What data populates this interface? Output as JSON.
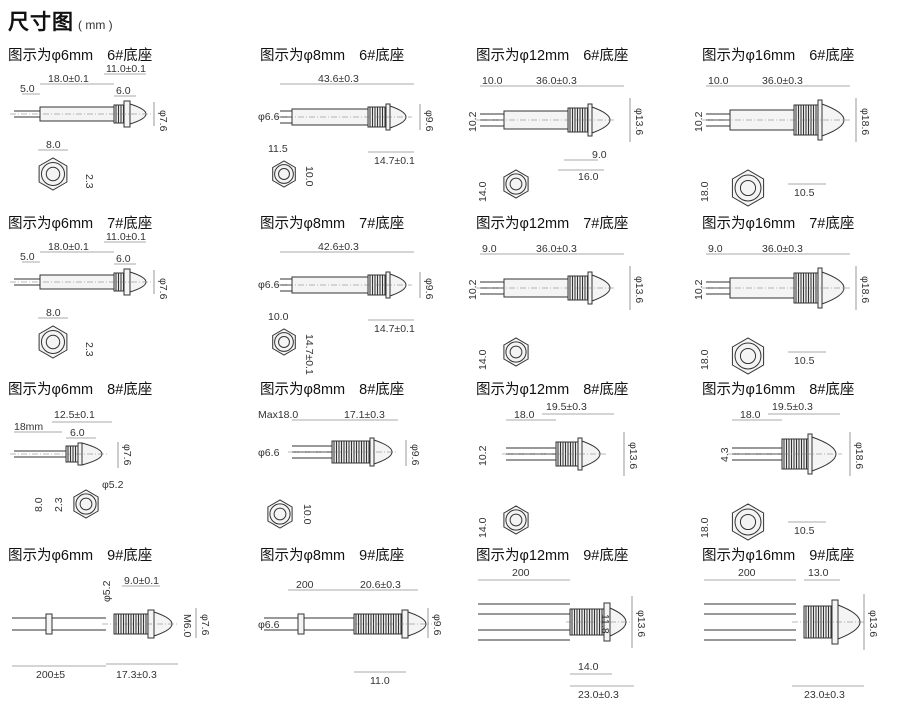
{
  "header": {
    "title": "尺寸图",
    "unit": "( mm )"
  },
  "rows": [
    {
      "base": "6#底座",
      "cells": [
        {
          "caption": "图示为φ6mm",
          "type": "small",
          "dims": [
            "18.0±0.1",
            "11.0±0.1",
            "5.0",
            "6.0",
            "φ7.6",
            "8.0",
            "2.3"
          ]
        },
        {
          "caption": "图示为φ8mm",
          "type": "medium",
          "dims": [
            "43.6±0.3",
            "φ6.6",
            "φ9.6",
            "11.5",
            "10.0",
            "14.7±0.1"
          ]
        },
        {
          "caption": "图示为φ12mm",
          "type": "large",
          "dims": [
            "10.0",
            "36.0±0.3",
            "10.2",
            "φ13.6",
            "9.0",
            "16.0",
            "14.0"
          ]
        },
        {
          "caption": "图示为φ16mm",
          "type": "xlarge",
          "dims": [
            "10.0",
            "36.0±0.3",
            "10.2",
            "φ18.6",
            "18.0",
            "10.5"
          ]
        }
      ]
    },
    {
      "base": "7#底座",
      "cells": [
        {
          "caption": "图示为φ6mm",
          "type": "small",
          "dims": [
            "18.0±0.1",
            "11.0±0.1",
            "5.0",
            "6.0",
            "φ7.6",
            "8.0",
            "2.3"
          ]
        },
        {
          "caption": "图示为φ8mm",
          "type": "medium",
          "dims": [
            "42.6±0.3",
            "φ6.6",
            "φ9.6",
            "10.0",
            "14.7±0.1"
          ]
        },
        {
          "caption": "图示为φ12mm",
          "type": "large",
          "dims": [
            "9.0",
            "36.0±0.3",
            "10.2",
            "φ13.6",
            "14.0"
          ]
        },
        {
          "caption": "图示为φ16mm",
          "type": "xlarge",
          "dims": [
            "9.0",
            "36.0±0.3",
            "10.2",
            "φ18.6",
            "18.0",
            "10.5"
          ]
        }
      ]
    },
    {
      "base": "8#底座",
      "cells": [
        {
          "caption": "图示为φ6mm",
          "type": "small8",
          "dims": [
            "12.5±0.1",
            "18mm",
            "6.0",
            "φ7.6",
            "φ5.2",
            "8.0",
            "2.3"
          ]
        },
        {
          "caption": "图示为φ8mm",
          "type": "medium8",
          "dims": [
            "Max18.0",
            "17.1±0.3",
            "φ6.6",
            "φ9.6",
            "10.0"
          ]
        },
        {
          "caption": "图示为φ12mm",
          "type": "large8",
          "dims": [
            "18.0",
            "19.5±0.3",
            "10.2",
            "φ13.6",
            "14.0"
          ]
        },
        {
          "caption": "图示为φ16mm",
          "type": "xlarge8",
          "dims": [
            "18.0",
            "19.5±0.3",
            "4.3",
            "φ18.6",
            "18.0",
            "10.5"
          ]
        }
      ]
    },
    {
      "base": "9#底座",
      "cells": [
        {
          "caption": "图示为φ6mm",
          "type": "small9",
          "dims": [
            "9.0±0.1",
            "φ5.2",
            "M6.0",
            "φ7.6",
            "200±5",
            "17.3±0.3"
          ]
        },
        {
          "caption": "图示为φ8mm",
          "type": "medium9",
          "dims": [
            "200",
            "20.6±0.3",
            "φ6.6",
            "φ9.6",
            "11.0"
          ]
        },
        {
          "caption": "图示为φ12mm",
          "type": "large9",
          "dims": [
            "200",
            "11.8",
            "φ13.6",
            "14.0",
            "23.0±0.3"
          ]
        },
        {
          "caption": "图示为φ16mm",
          "type": "xlarge9",
          "dims": [
            "200",
            "13.0",
            "φ13.6",
            "23.0±0.3"
          ]
        }
      ]
    }
  ]
}
